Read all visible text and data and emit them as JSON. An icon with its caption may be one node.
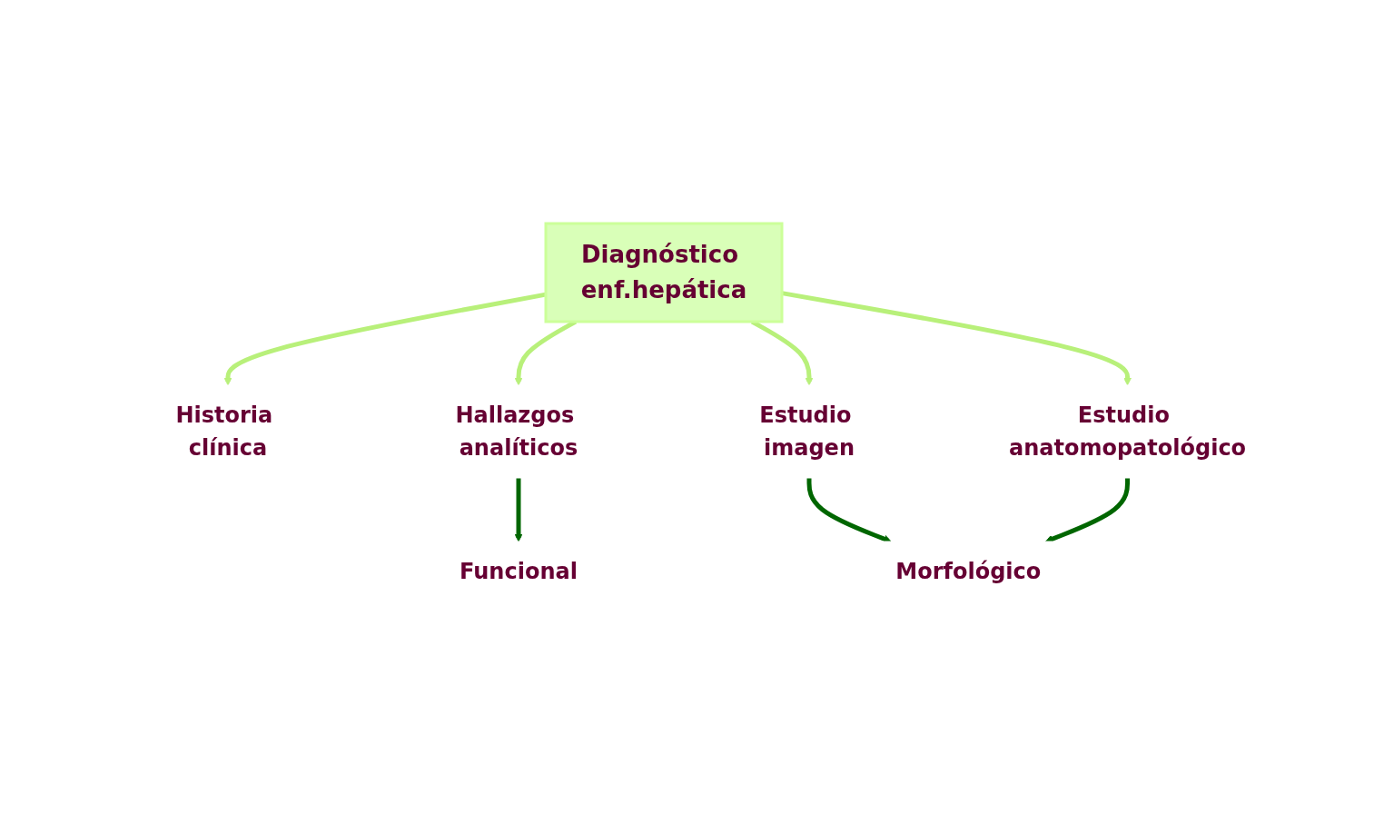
{
  "diagram": {
    "nodes": [
      {
        "text": [
          "Diagnóstico enf.hepática"
        ]
      },
      {
        "text": [
          "Historia clínica"
        ]
      },
      {
        "text": [
          "Hallazgos analíticos"
        ]
      },
      {
        "text": [
          "Funcional"
        ]
      },
      {
        "text": [
          "Estudio imagen"
        ]
      },
      {
        "text": [
          "Estudio anatomopatológico"
        ]
      },
      {
        "text": [
          "Morfológico"
        ]
      }
    ],
    "edges": [
      {
        "from": 0,
        "to": 1,
        "arrow": "to"
      },
      {
        "from": 0,
        "to": 2,
        "arrow": "to"
      },
      {
        "from": 0,
        "to": 4,
        "arrow": "to"
      },
      {
        "from": 0,
        "to": 5,
        "arrow": "to"
      },
      {
        "from": 2,
        "to": 3,
        "arrow": "to",
        "color": "#006600"
      },
      {
        "from": 4,
        "to": 6,
        "arrow": "to",
        "color": "#006600"
      },
      {
        "from": 5,
        "to": 6,
        "arrow": "to",
        "color": "#006600"
      }
    ]
  }
}
